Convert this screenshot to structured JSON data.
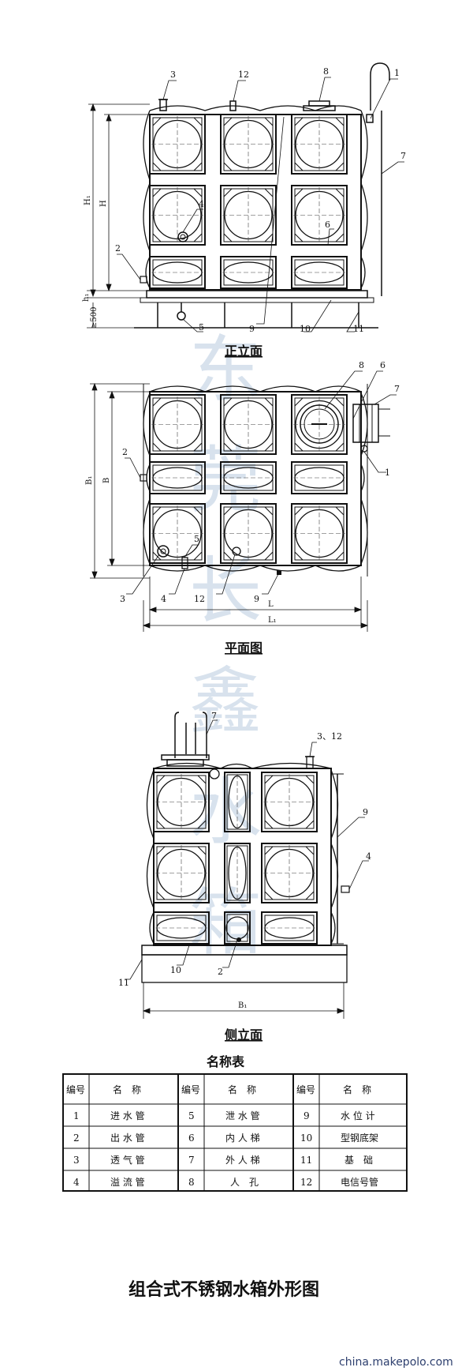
{
  "views": {
    "front": {
      "title": "正立面",
      "labels": [
        "3",
        "12",
        "8",
        "1",
        "7",
        "4",
        "6",
        "2",
        "5",
        "9",
        "10",
        "11"
      ],
      "dims": {
        "h1_total": "H₁",
        "h": "H",
        "hb": "h₁",
        "base": "≥500"
      }
    },
    "plan": {
      "title": "平面图",
      "labels": [
        "8",
        "6",
        "7",
        "1",
        "2",
        "5",
        "3",
        "4",
        "12",
        "9"
      ],
      "dims": {
        "b1": "B₁",
        "b": "B",
        "l": "L",
        "l1": "L₁"
      }
    },
    "side": {
      "title": "侧立面",
      "labels": [
        "7",
        "3、12",
        "9",
        "4",
        "11",
        "10",
        "2"
      ],
      "dims": {
        "b1": "B₁"
      }
    }
  },
  "watermark": [
    "东",
    "莞",
    "长",
    "鑫",
    "水",
    "箱"
  ],
  "table": {
    "title": "名称表",
    "header_no": "编号",
    "header_name": "名　称",
    "rows": [
      [
        {
          "no": "1",
          "name": "进 水 管"
        },
        {
          "no": "5",
          "name": "泄 水 管"
        },
        {
          "no": "9",
          "name": "水 位 计"
        }
      ],
      [
        {
          "no": "2",
          "name": "出 水 管"
        },
        {
          "no": "6",
          "name": "内 人 梯"
        },
        {
          "no": "10",
          "name": "型钢底架"
        }
      ],
      [
        {
          "no": "3",
          "name": "透 气 管"
        },
        {
          "no": "7",
          "name": "外 人 梯"
        },
        {
          "no": "11",
          "name": "基　础"
        }
      ],
      [
        {
          "no": "4",
          "name": "溢 流 管"
        },
        {
          "no": "8",
          "name": "人　孔"
        },
        {
          "no": "12",
          "name": "电信号管"
        }
      ]
    ]
  },
  "main_title": "组合式不锈钢水箱外形图",
  "footer": "china.makepolo.com"
}
